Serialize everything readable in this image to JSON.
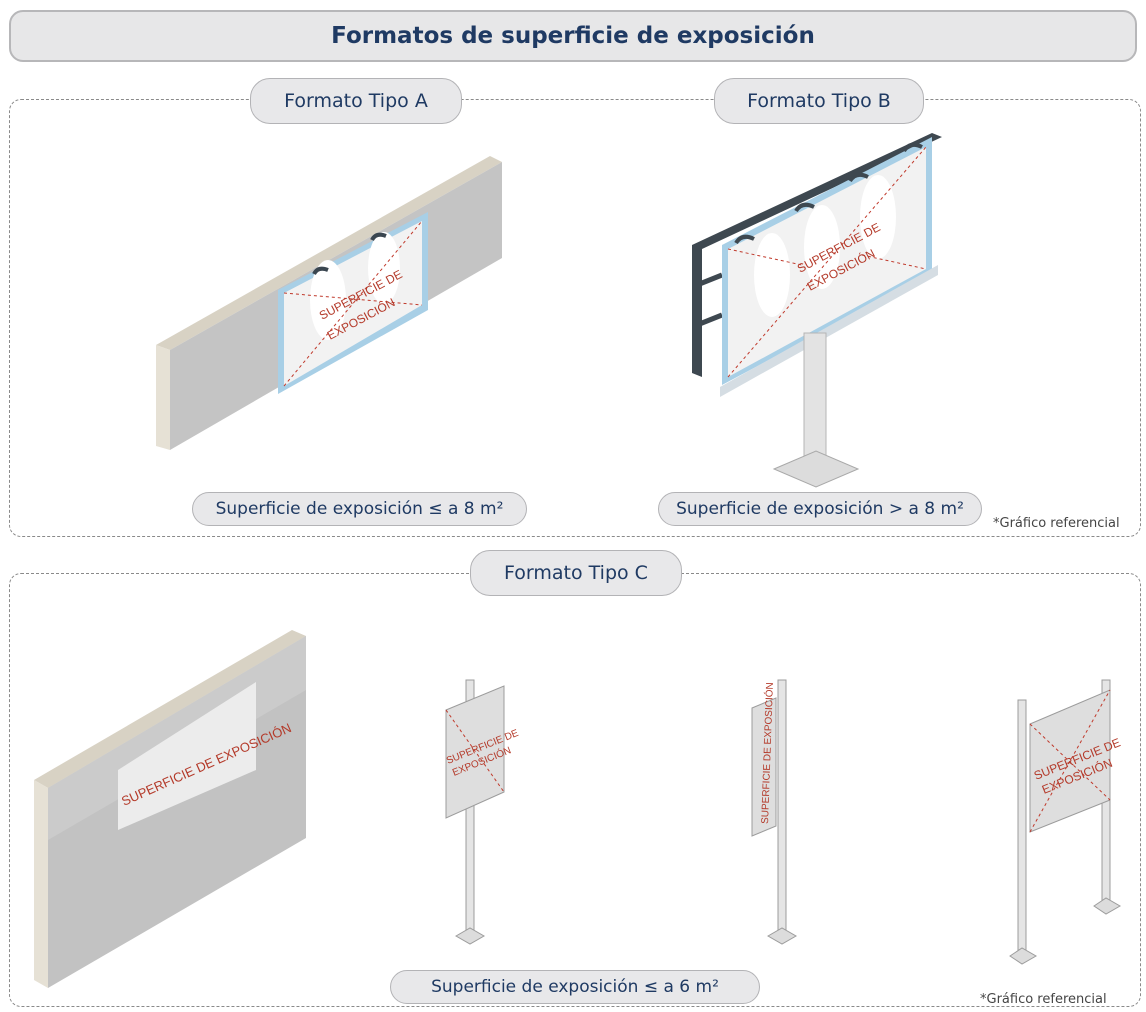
{
  "title": "Formatos de superficie de exposición",
  "format_a": {
    "tab": "Formato Tipo A",
    "sign_line1": "SUPERFICIE DE",
    "sign_line2": "EXPOSICIÓN",
    "caption": "Superficie de exposición ≤ a 8 m²"
  },
  "format_b": {
    "tab": "Formato Tipo  B",
    "sign_line1": "SUPERFICIE DE",
    "sign_line2": "EXPOSICIÓN",
    "caption": "Superficie de exposición > a 8 m²"
  },
  "format_c": {
    "tab": "Formato Tipo C",
    "wall_label": "SUPERFICIE DE EXPOSICIÓN",
    "pole1_line1": "SUPERFICIE DE",
    "pole1_line2": "EXPOSICIÓN",
    "pole2_label": "SUPERFICIE DE EXPOSICIÓN",
    "pole3_line1": "SUPERFICIE DE",
    "pole3_line2": "EXPOSICIÓN",
    "caption": "Superficie de exposición ≤ a 6 m²"
  },
  "note_top": "*Gráfico referencial",
  "note_bottom": "*Gráfico referencial",
  "colors": {
    "title": "#1f3a63",
    "label": "#b43a2a",
    "wall": "#c4c4c4",
    "frame": "#a8cfe6"
  }
}
